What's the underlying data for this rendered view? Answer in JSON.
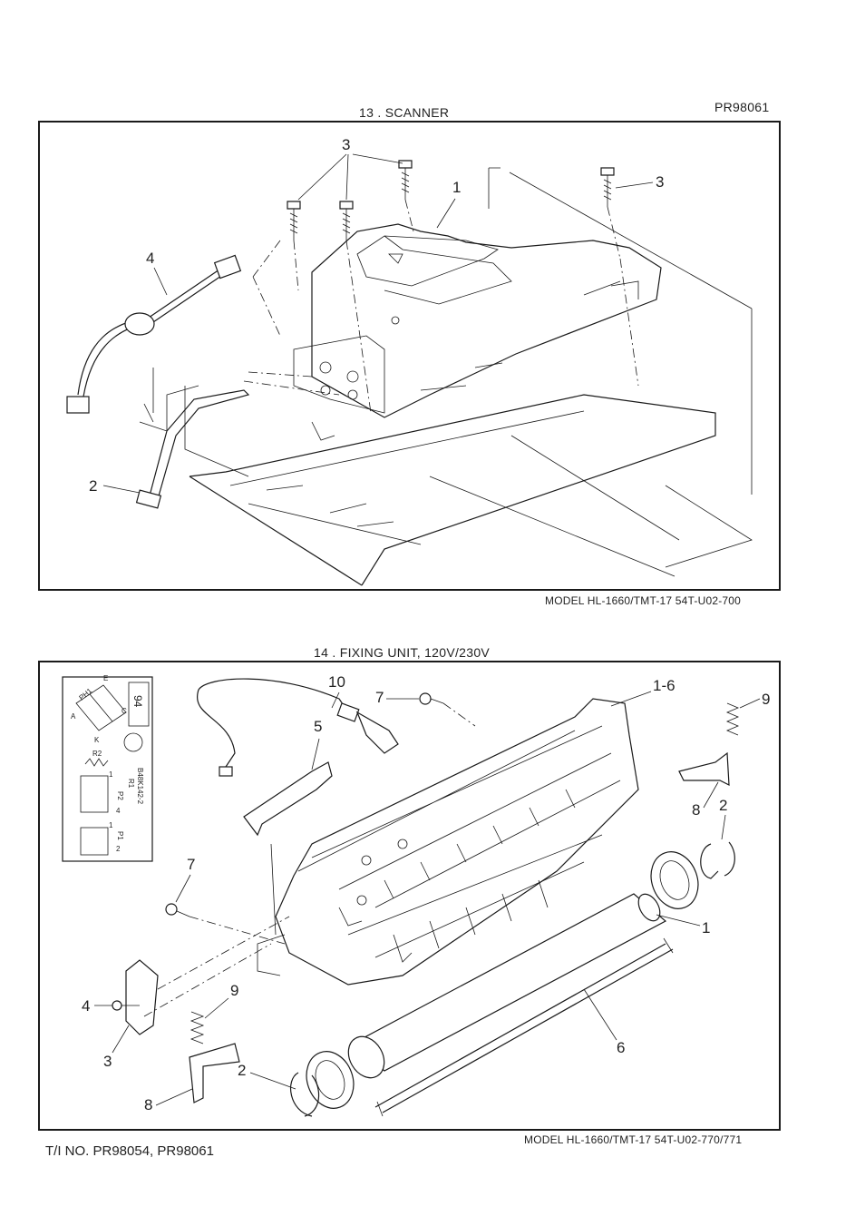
{
  "header": {
    "doc_code": "PR98061"
  },
  "section13": {
    "title": "13 . SCANNER",
    "model_line": "MODEL    HL-1660/TMT-17    54T-U02-700",
    "callouts": [
      "3",
      "3",
      "1",
      "4",
      "2"
    ]
  },
  "section14": {
    "title": "14 . FIXING UNIT, 120V/230V",
    "model_line": "MODEL    HL-1660/TMT-17    54T-U02-770/771",
    "callouts": [
      "10",
      "7",
      "1-6",
      "9",
      "5",
      "8",
      "2",
      "7",
      "1",
      "9",
      "4",
      "3",
      "6",
      "2",
      "8"
    ],
    "inset_labels": {
      "ph1": "PH1",
      "e": "E",
      "c": "C",
      "a": "A",
      "k": "K",
      "r2": "R2",
      "r1": "R1",
      "board": "B48K142-2",
      "p2": "P2",
      "p1": "P1",
      "n94": "94",
      "n1a": "1",
      "n4": "4",
      "n1b": "1",
      "n2": "2"
    }
  },
  "footer": {
    "ti_no": "T/I NO. PR98054, PR98061"
  }
}
